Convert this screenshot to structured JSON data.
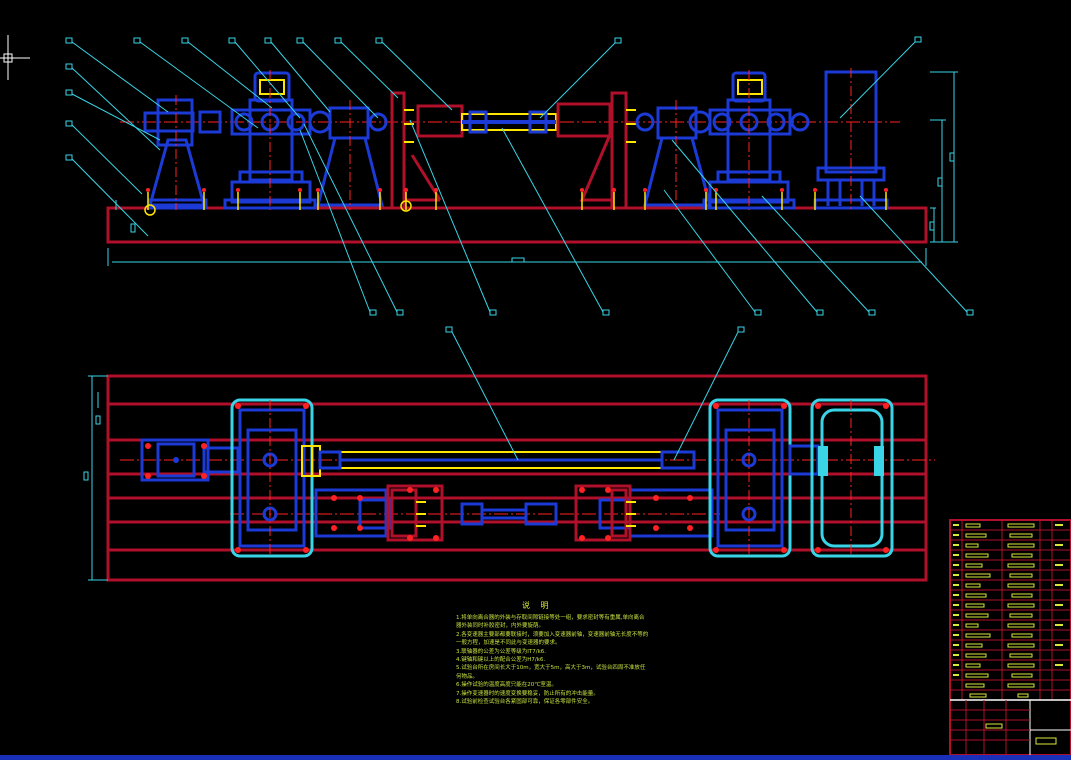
{
  "drawing": {
    "notes_title": "说 明",
    "notes": [
      "1.将单向离合器的外装与存取间隙链接等处一组，要求密封等有重属,单向离合",
      "  器外装同时补胶密封，内外要旋荫。",
      "2.各变速器主要部都要联接时，须要加入变速器前轴，变速器前轴无长度不等的",
      "  一般方程，加速是不同此与变速器的要求。",
      "3.联轴器的公差为公差等级为IT7/k6.",
      "4.键轴和键以上的配合公差为H7/k6.",
      "5.试验台所在房间长大于10m，宽大于5m，高大于3m，试验台四周不准放任",
      "  何物品。",
      "6.操作试验的温度高度只能在20℃室温。",
      "7.操作变速器时的速度变换要稳妥，防止所有的冲击能量。",
      "8.试验前检查试验台各紧固部可靠，保证各零部件安全。"
    ]
  },
  "colors": {
    "background": "#000000",
    "outline": "#b0102a",
    "parts": "#1c3ad6",
    "leader": "#39d4e6",
    "centerline": "#ff2222",
    "shaft": "#ffe600",
    "notes": "#d8e83a",
    "statusbar": "#1a2fb8"
  }
}
